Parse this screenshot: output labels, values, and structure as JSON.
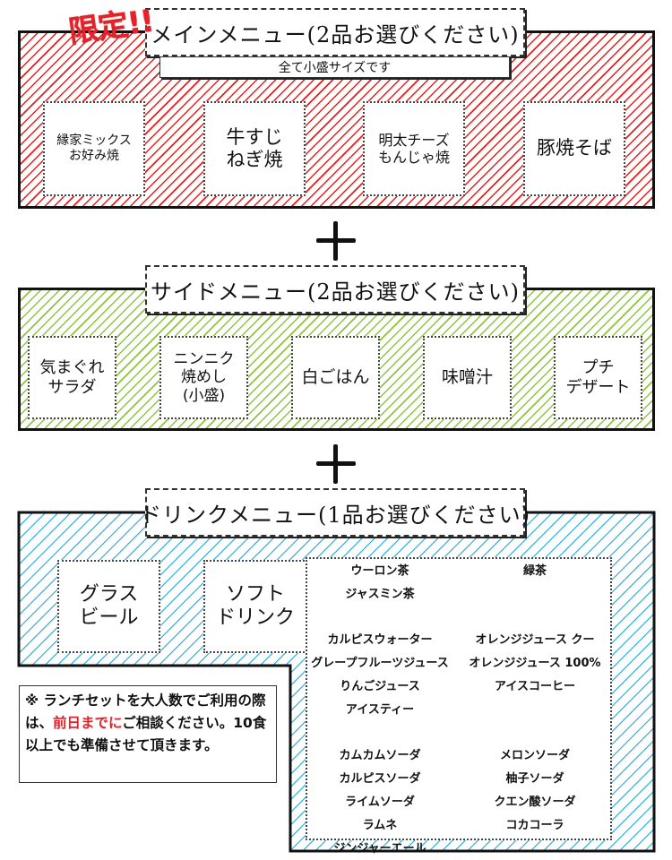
{
  "stamp": "限定!!",
  "main_menu": {
    "title": "メインメニュー(2品お選びください)",
    "subtitle": "全て小盛サイズです",
    "items": [
      {
        "line1": "縁家ミックス",
        "line2": "お好み焼"
      },
      {
        "line1": "牛すじ",
        "line2": "ねぎ焼"
      },
      {
        "line1": "明太チーズ",
        "line2": "もんじゃ焼"
      },
      {
        "line1": "豚焼そば",
        "line2": ""
      }
    ]
  },
  "plus_symbol": "+",
  "side_menu": {
    "title": "サイドメニュー(2品お選びください)",
    "items": [
      {
        "line1": "気まぐれ",
        "line2": "サラダ",
        "line3": ""
      },
      {
        "line1": "ニンニク",
        "line2": "焼めし",
        "line3": "(小盛)"
      },
      {
        "line1": "白ごはん",
        "line2": "",
        "line3": ""
      },
      {
        "line1": "味噌汁",
        "line2": "",
        "line3": ""
      },
      {
        "line1": "プチ",
        "line2": "デザート",
        "line3": ""
      }
    ]
  },
  "drink_menu": {
    "title": "ドリンクメニュー(1品お選びください)",
    "items": [
      {
        "line1": "グラス",
        "line2": "ビール"
      },
      {
        "line1": "ソフト",
        "line2": "ドリンク"
      }
    ],
    "soft_drinks_left": [
      "ウーロン茶",
      "ジャスミン茶",
      "",
      "カルピスウォーター",
      "グレープフルーツジュース",
      "りんごジュース",
      "アイスティー",
      "",
      "カムカムソーダ",
      "カルピスソーダ",
      "ライムソーダ",
      "ラムネ",
      "ジンジャーエール"
    ],
    "soft_drinks_right": [
      "緑茶",
      "",
      "",
      "オレンジジュース クー",
      "オレンジジュース 100%",
      "アイスコーヒー",
      "",
      "",
      "メロンソーダ",
      "柚子ソーダ",
      "クエン酸ソーダ",
      "コカコーラ",
      ""
    ]
  },
  "note": {
    "prefix": "※ ランチセットを大人数でご利用の際は、",
    "highlight": "前日までに",
    "suffix": "ご相談ください。10食以上でも準備させて頂きます。",
    "highlight_color": "#e8202a"
  }
}
